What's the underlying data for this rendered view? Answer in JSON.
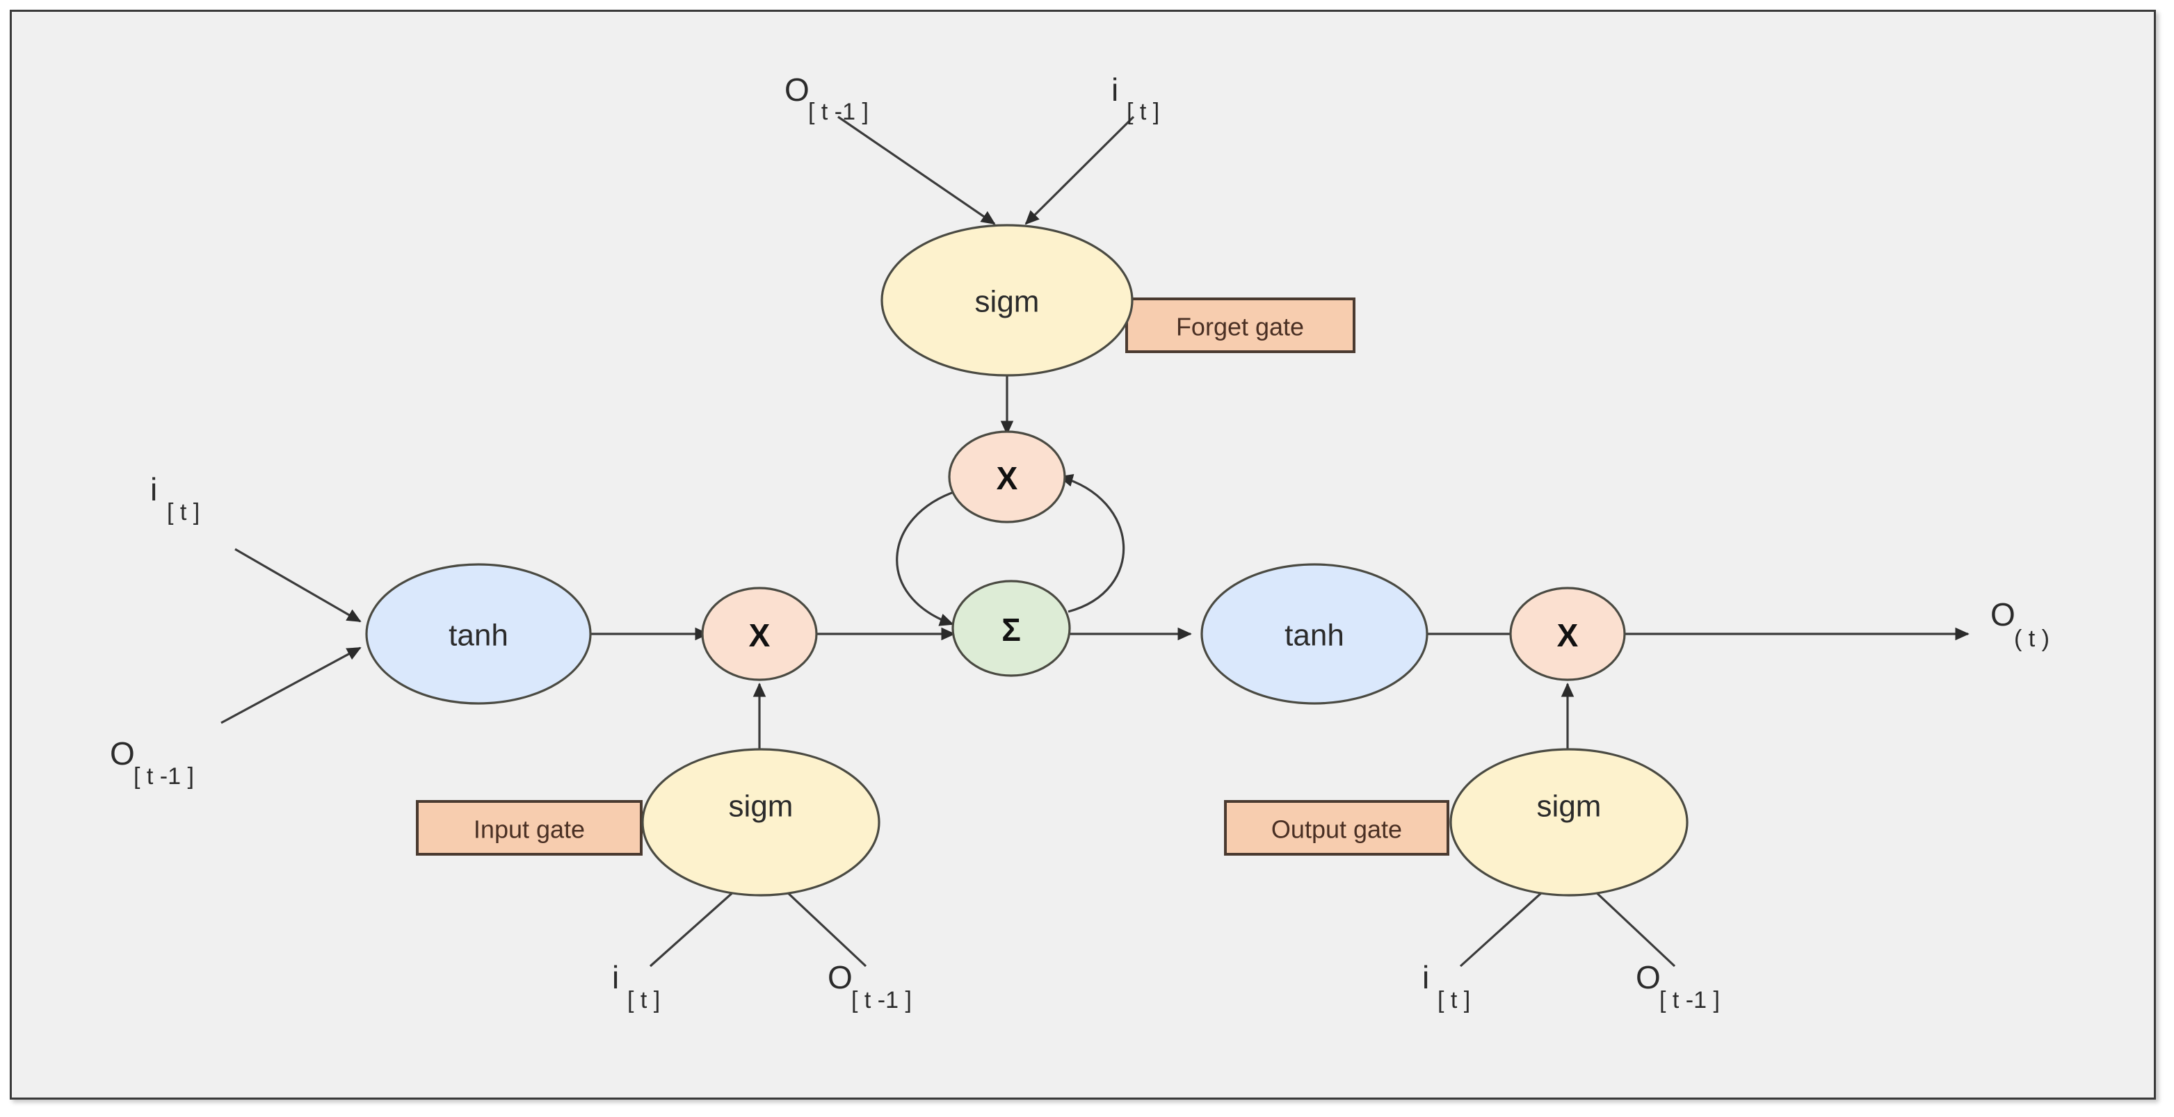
{
  "diagram": {
    "title": "LSTM cell diagram",
    "background_color": "#f0f0f0",
    "frame_border_color": "#3a3a3a",
    "edge_color": "#3b3b3b",
    "colors": {
      "sigm_fill": "#fdf2cd",
      "sigm_stroke": "#9c8a4e",
      "tanh_fill": "#dae8fc",
      "tanh_stroke": "#44546a",
      "multiply_fill": "#fbe0d0",
      "multiply_stroke": "#4a4a42",
      "sum_fill": "#ddecd6",
      "sum_stroke": "#5a7a50",
      "gate_box_fill": "#f7cdaf",
      "gate_box_stroke": "#4a3a30",
      "gate_box_text": "#4a3024"
    },
    "nodes": {
      "forget_sigm": {
        "label": "sigm"
      },
      "forget_multiply": {
        "label": "X"
      },
      "cell_sum": {
        "label": "Σ"
      },
      "input_tanh": {
        "label": "tanh"
      },
      "input_multiply": {
        "label": "X"
      },
      "input_sigm": {
        "label": "sigm"
      },
      "output_tanh": {
        "label": "tanh"
      },
      "output_multiply": {
        "label": "X"
      },
      "output_sigm": {
        "label": "sigm"
      }
    },
    "gate_boxes": {
      "forget": {
        "label": "Forget gate"
      },
      "input": {
        "label": "Input gate"
      },
      "output": {
        "label": "Output gate"
      }
    },
    "io_labels": {
      "forget_prev_output": {
        "main": "O",
        "sub": "[ t -1  ]"
      },
      "forget_input": {
        "main": "i",
        "sub": "[ t ]"
      },
      "cand_input": {
        "main": "i",
        "sub": "[ t ]"
      },
      "cand_prev_output": {
        "main": "O",
        "sub": "[ t -1  ]"
      },
      "input_gate_input": {
        "main": "i",
        "sub": "[ t ]"
      },
      "input_gate_prev_output": {
        "main": "O",
        "sub": "[ t -1  ]"
      },
      "output_gate_input": {
        "main": "i",
        "sub": "[ t ]"
      },
      "output_gate_prev_output": {
        "main": "O",
        "sub": "[ t -1  ]"
      },
      "final_output": {
        "main": "O",
        "sub": "( t )"
      }
    }
  }
}
